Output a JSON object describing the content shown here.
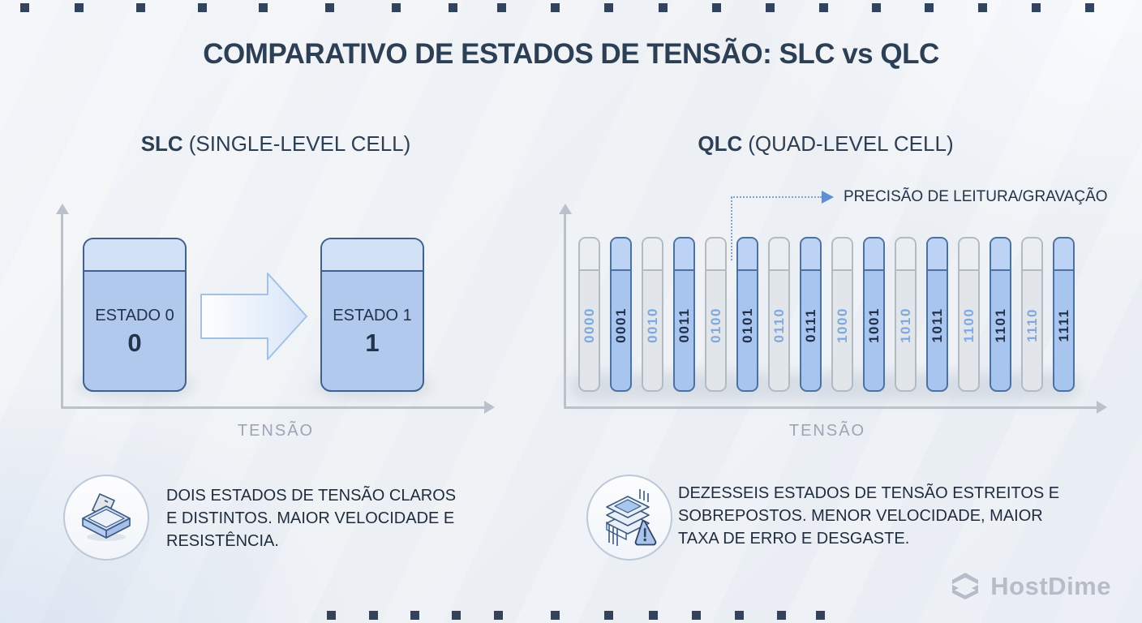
{
  "title": "COMPARATIVO DE ESTADOS DE TENSÃO: SLC vs QLC",
  "slc": {
    "heading_bold": "SLC",
    "heading_rest": "(SINGLE-LEVEL CELL)",
    "axis_label": "TENSÃO",
    "states": [
      {
        "label": "ESTADO 0",
        "bit": "0"
      },
      {
        "label": "ESTADO 1",
        "bit": "1"
      }
    ],
    "description_lines": [
      "DOIS ESTADOS DE TENSÃO CLAROS",
      "E DISTINTOS. MAIOR VELOCIDADE E",
      "RESISTÊNCIA."
    ]
  },
  "qlc": {
    "heading_bold": "QLC",
    "heading_rest": "(QUAD-LEVEL CELL)",
    "axis_label": "TENSÃO",
    "annotation_label": "PRECISÃO DE LEITURA/GRAVAÇÃO",
    "bars": [
      {
        "label": "0000",
        "variant": "gray"
      },
      {
        "label": "0001",
        "variant": "blue"
      },
      {
        "label": "0010",
        "variant": "gray"
      },
      {
        "label": "0011",
        "variant": "blue"
      },
      {
        "label": "0100",
        "variant": "gray"
      },
      {
        "label": "0101",
        "variant": "blue"
      },
      {
        "label": "0110",
        "variant": "gray"
      },
      {
        "label": "0111",
        "variant": "blue"
      },
      {
        "label": "1000",
        "variant": "gray"
      },
      {
        "label": "1001",
        "variant": "blue"
      },
      {
        "label": "1010",
        "variant": "gray"
      },
      {
        "label": "1011",
        "variant": "blue"
      },
      {
        "label": "1100",
        "variant": "gray"
      },
      {
        "label": "1101",
        "variant": "blue"
      },
      {
        "label": "1110",
        "variant": "gray"
      },
      {
        "label": "1111",
        "variant": "blue"
      }
    ],
    "description_lines": [
      "DEZESSEIS ESTADOS DE TENSÃO ESTREITOS E",
      "SOBREPOSTOS. MENOR VELOCIDADE, MAIOR",
      "TAXA DE ERRO E DESGASTE."
    ]
  },
  "branding": {
    "logo_text": "HostDime"
  },
  "icons": {
    "slc_icon": "memory-card-tray-icon",
    "qlc_icon": "stacked-cells-warning-icon"
  },
  "colors": {
    "navy_text": "#2d3f54",
    "card_blue": "#b2c9ee",
    "card_cap": "#d3e1f7",
    "card_border": "#40608d",
    "bar_blue": "#a8c5ef",
    "bar_gray": "#e2e6ea",
    "label_light_blue": "#7ea9e0",
    "label_dark": "#20304a",
    "axis_gray": "#b9c2cc",
    "annotation_blue": "#5d8ed6",
    "logo_gray": "#b6bdc8"
  },
  "decor": {
    "square_color": "#22344d",
    "top_squares_x": [
      25,
      92,
      168,
      244,
      319,
      401,
      483,
      553,
      613,
      679,
      745,
      812,
      878,
      944,
      1010,
      1075,
      1140,
      1206,
      1272,
      1338
    ],
    "bottom_squares_x": [
      403,
      455,
      506,
      557,
      609,
      679,
      745,
      800,
      853,
      906,
      958,
      1006
    ]
  }
}
